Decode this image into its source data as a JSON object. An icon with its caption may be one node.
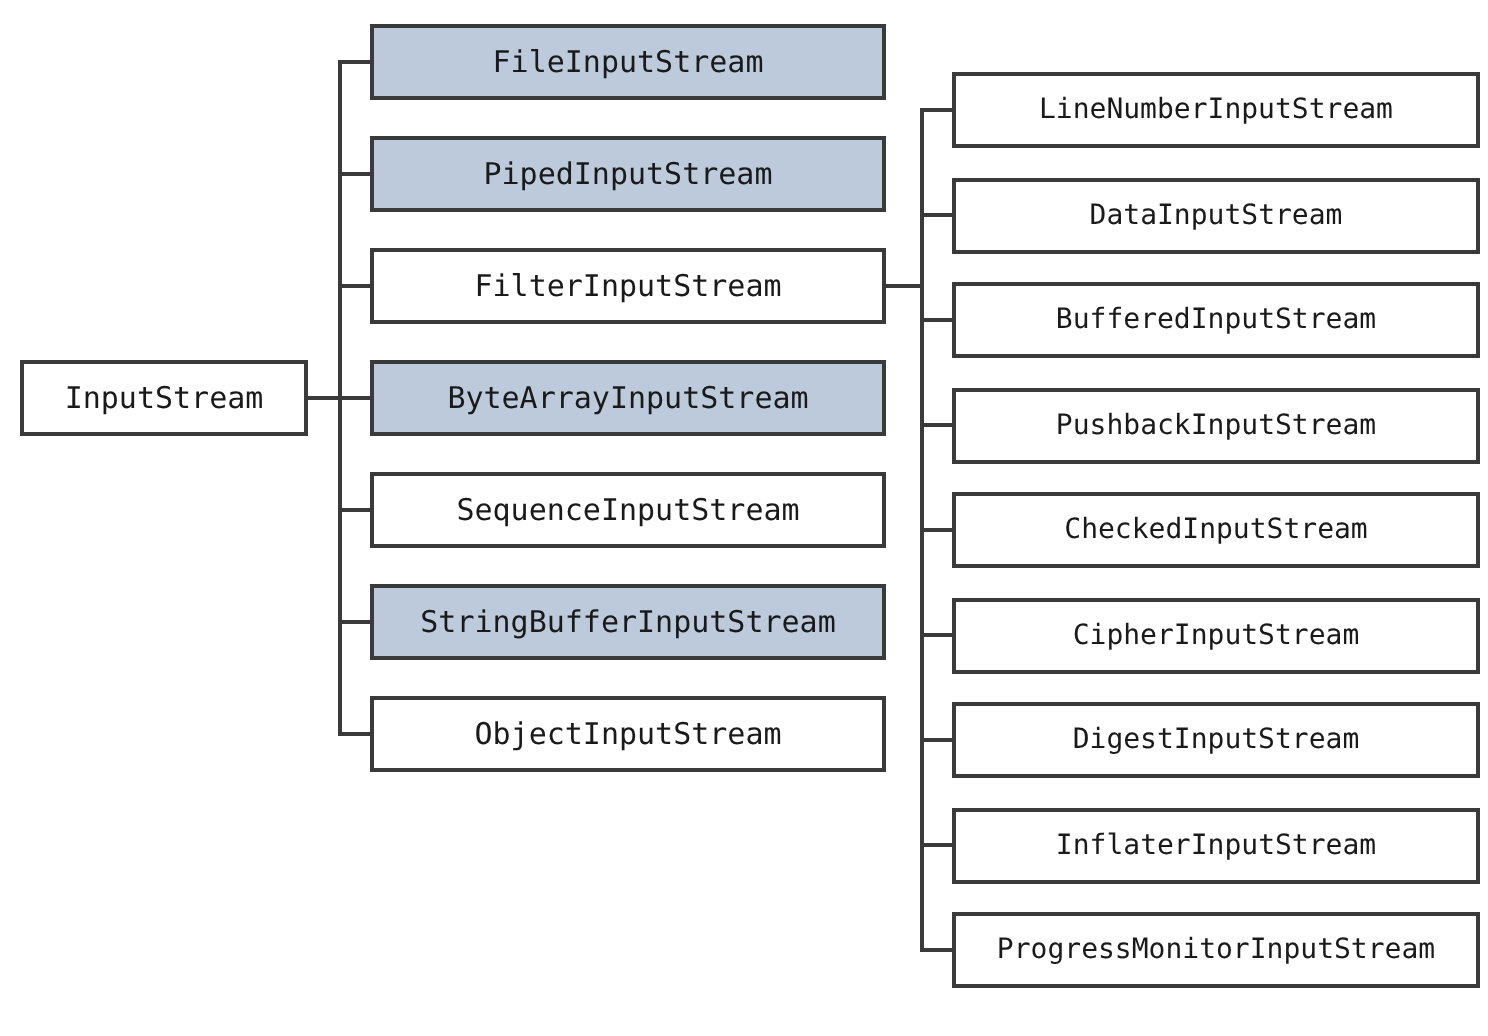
{
  "diagram": {
    "nodes": [
      {
        "text": [
          "InputStream"
        ]
      },
      {
        "text": [
          "FileInputStream"
        ]
      },
      {
        "text": [
          "PipedInputStream"
        ]
      },
      {
        "text": [
          "FilterInputStream"
        ]
      },
      {
        "text": [
          "ByteArrayInputStream"
        ]
      },
      {
        "text": [
          "SequenceInputStream"
        ]
      },
      {
        "text": [
          "StringBufferInputStream"
        ]
      },
      {
        "text": [
          "ObjectInputStream"
        ]
      },
      {
        "text": [
          "LineNumberInputStream"
        ]
      },
      {
        "text": [
          "DataInputStream"
        ]
      },
      {
        "text": [
          "BufferedInputStream"
        ]
      },
      {
        "text": [
          "PushbackInputStream"
        ]
      },
      {
        "text": [
          "CheckedInputStream"
        ]
      },
      {
        "text": [
          "CipherInputStream"
        ]
      },
      {
        "text": [
          "DigestInputStream"
        ]
      },
      {
        "text": [
          "InflaterInputStream"
        ]
      },
      {
        "text": [
          "ProgressMonitorInputStream"
        ]
      }
    ],
    "edges": [
      {
        "from": 0,
        "to": 1,
        "arrow": "none"
      },
      {
        "from": 0,
        "to": 2,
        "arrow": "none"
      },
      {
        "from": 0,
        "to": 3,
        "arrow": "none"
      },
      {
        "from": 0,
        "to": 4,
        "arrow": "none"
      },
      {
        "from": 0,
        "to": 5,
        "arrow": "none"
      },
      {
        "from": 0,
        "to": 6,
        "arrow": "none"
      },
      {
        "from": 0,
        "to": 7,
        "arrow": "none"
      },
      {
        "from": 3,
        "to": 8,
        "arrow": "none"
      },
      {
        "from": 3,
        "to": 9,
        "arrow": "none"
      },
      {
        "from": 3,
        "to": 10,
        "arrow": "none"
      },
      {
        "from": 3,
        "to": 11,
        "arrow": "none"
      },
      {
        "from": 3,
        "to": 12,
        "arrow": "none"
      },
      {
        "from": 3,
        "to": 13,
        "arrow": "none"
      },
      {
        "from": 3,
        "to": 14,
        "arrow": "none"
      },
      {
        "from": 3,
        "to": 15,
        "arrow": "none"
      },
      {
        "from": 3,
        "to": 16,
        "arrow": "none"
      }
    ]
  }
}
